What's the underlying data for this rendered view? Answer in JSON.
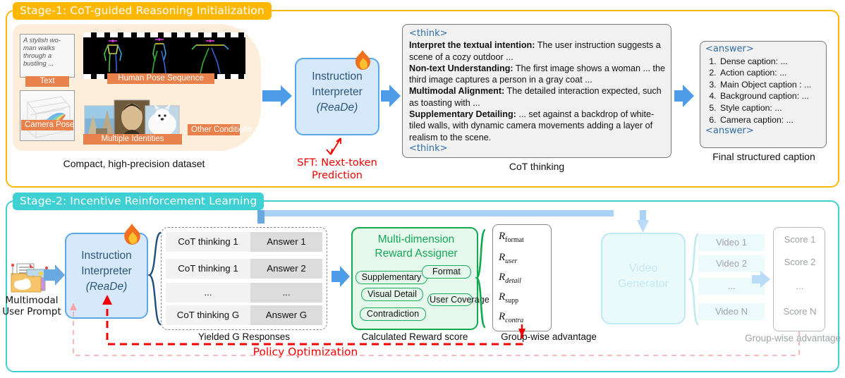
{
  "colors": {
    "stage1_accent": "#FFB700",
    "stage2_accent": "#3FD0D4",
    "tag_orange": "#E8814B",
    "interpreter_fill": "#D6E9FB",
    "interpreter_border": "#5BA7E8",
    "reward_green": "#12A950",
    "red": "#F50000",
    "video_faded": "#C4E8F2",
    "blue_arrow": "#4E9BE8",
    "light_blue_arrow": "#A9D2F5"
  },
  "stage1": {
    "label": "Stage-1: CoT-guided Reasoning Initialization",
    "dataset": {
      "caption": "Compact, high-precision dataset",
      "text_sample": "A stylish wo-man walks through a bustling ...",
      "tags": {
        "text": "Text",
        "pose": "Human Pose Sequence",
        "camera": "Camera Pose",
        "identities": "Multiple Identities",
        "other": "Other Conditions"
      },
      "ellipsis": "..."
    },
    "interpreter": {
      "line1": "Instruction",
      "line2": "Interpreter",
      "line3": "(ReaDe)",
      "icon": "flame-icon"
    },
    "sft": {
      "line1": "SFT: Next-token",
      "line2": "Prediction"
    },
    "cot": {
      "open_tag": "<think>",
      "close_tag": "<think>",
      "caption": "CoT thinking",
      "items": [
        {
          "head": "Interpret the textual intention:",
          "body": " The user instruction suggests a scene of a cozy outdoor ..."
        },
        {
          "head": "Non-text Understanding:",
          "body": " The first image shows a woman ... the third image captures a person in a gray coat ..."
        },
        {
          "head": "Multimodal Alignment:",
          "body": " The detailed interaction expected, such as toasting with ..."
        },
        {
          "head": "Supplementary Detailing:",
          "body": "  ... set against a backdrop of white-tiled walls, with dynamic camera movements adding a layer of realism to the scene."
        }
      ]
    },
    "answer": {
      "open_tag": "<answer>",
      "close_tag": "<answer>",
      "caption": "Final structured caption",
      "items": [
        "Dense caption: ...",
        "Action caption: ...",
        "Main Object caption : ...",
        "Background caption: ...",
        "Style caption: ...",
        "Camera caption: ..."
      ]
    }
  },
  "stage2": {
    "label": "Stage-2: Incentive Reinforcement Learning",
    "prompt": {
      "line1": "Multimodal",
      "line2": "User Prompt",
      "icon": "multimodal-files-icon"
    },
    "interpreter": {
      "line1": "Instruction",
      "line2": "Interpreter",
      "line3": "(ReaDe)",
      "icon": "flame-icon"
    },
    "responses": {
      "caption": "Yielded G Responses",
      "rows": [
        {
          "cot": "CoT thinking 1",
          "answer": "Answer 1"
        },
        {
          "cot": "CoT thinking 1",
          "answer": "Answer 2"
        },
        {
          "cot": "...",
          "answer": "..."
        },
        {
          "cot": "CoT thinking G",
          "answer": "Answer G"
        }
      ]
    },
    "reward": {
      "title_line1": "Multi-dimension",
      "title_line2": "Reward Assigner",
      "caption": "Calculated Reward score",
      "pills": [
        "Supplementary",
        "Format",
        "Visual Detail",
        "User Coverage",
        "Contradiction"
      ]
    },
    "rewards_list": {
      "caption": "Group-wise advantage",
      "terms": [
        {
          "base": "R",
          "sub": "format"
        },
        {
          "base": "R",
          "sub": "user"
        },
        {
          "base": "R",
          "sub": "detail"
        },
        {
          "base": "R",
          "sub": "supp"
        },
        {
          "base": "R",
          "sub": "contra"
        }
      ]
    },
    "video_generator": {
      "line1": "Video",
      "line2": "Generator"
    },
    "videos": [
      "Video 1",
      "Video 2",
      "...",
      "Video N"
    ],
    "scores": [
      "Score 1",
      "Score 2",
      "...",
      "Score N"
    ],
    "group_advantage_caption": "Group-wise advantage",
    "policy": "Policy Optimization"
  }
}
